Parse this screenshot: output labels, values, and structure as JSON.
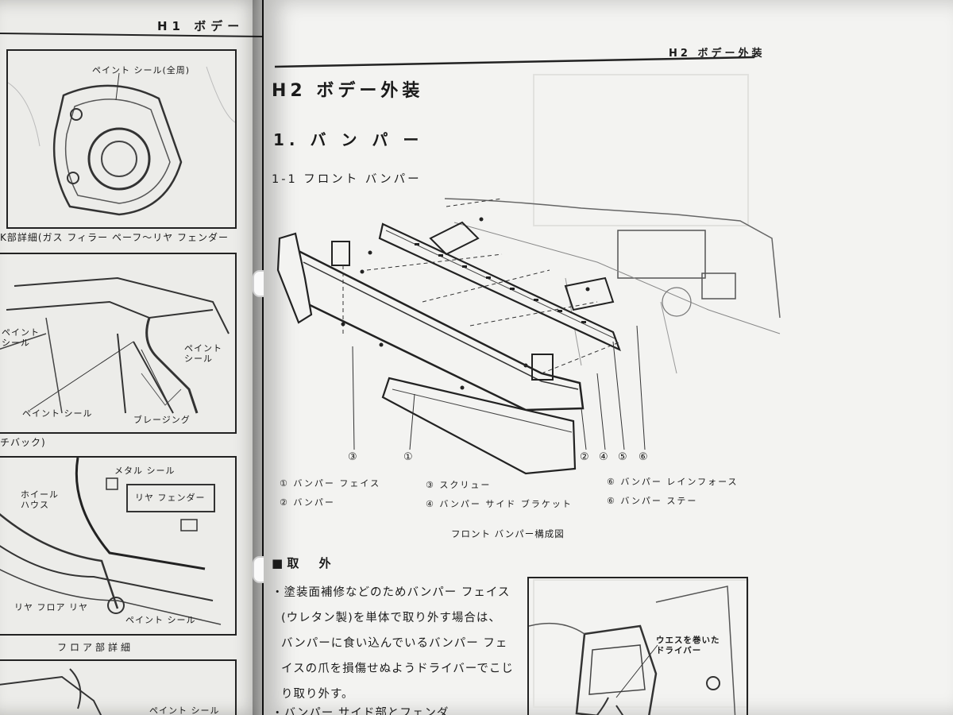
{
  "left_page": {
    "header": "H1 ボデー",
    "fig1": {
      "label": "ペイント シール(全周)"
    },
    "fig2": {
      "caption": "K部詳細(ガス フィラー ペーフ〜リヤ フェンダー",
      "labels": [
        "ペイント\nシール",
        "ペイント\nシール",
        "ペイント シール",
        "ブレージング"
      ]
    },
    "fig3": {
      "caption": "チバック)",
      "labels": [
        "メタル シール",
        "ホイール\nハウス",
        "リヤ フェンダー",
        "リヤ フロア リヤ",
        "ペイント シール"
      ]
    },
    "fig4": {
      "caption": "フロア部詳細",
      "labels": [
        "ペイント シール"
      ]
    }
  },
  "right_page": {
    "header": "H2 ボデー外装",
    "title": "H2 ボデー外装",
    "section": "1. バ ン パ ー",
    "subsection": "1-1 フロント バンパー",
    "diagram": {
      "callouts": [
        "③",
        "①",
        "②",
        "④",
        "⑤",
        "⑥"
      ],
      "caption": "フロント バンパー構成図"
    },
    "legend": [
      {
        "no": "①",
        "name": "バンパー フェイス"
      },
      {
        "no": "②",
        "name": "バンパー"
      },
      {
        "no": "③",
        "name": "スクリュー"
      },
      {
        "no": "④",
        "name": "バンパー サイド ブラケット"
      },
      {
        "no": "⑥",
        "name": "バンパー レインフォース"
      },
      {
        "no": "⑥",
        "name": "バンパー ステー"
      }
    ],
    "removal": {
      "heading": "取 外",
      "lines": [
        "・塗装面補修などのためバンパー フェイス",
        "(ウレタン製)を単体で取り外す場合は、",
        "バンパーに食い込んでいるバンパー フェ",
        "イスの爪を損傷せぬようドライバーでこじ",
        "り取り外す。",
        "・バンパー サイド部とフェンダ"
      ]
    },
    "inset_figure": {
      "label": "ウエスを巻いた\nドライバー"
    }
  }
}
